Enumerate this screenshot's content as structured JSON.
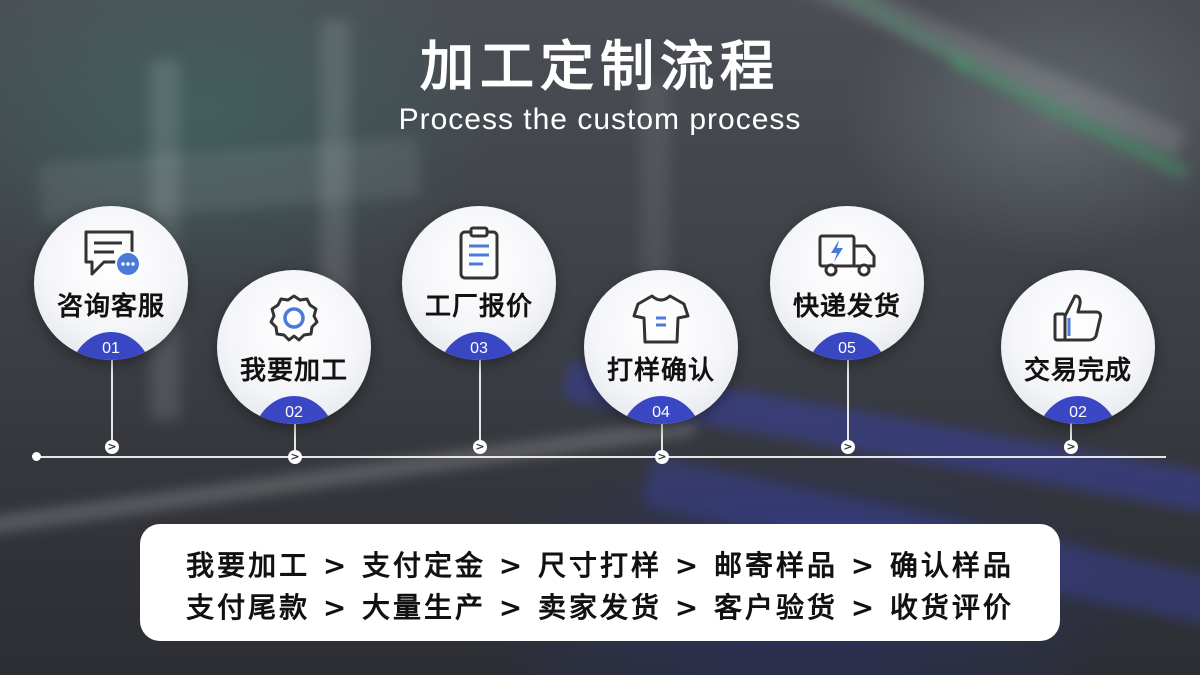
{
  "header": {
    "title": "加工定制流程",
    "subtitle": "Process the custom process"
  },
  "steps": [
    {
      "label": "咨询客服",
      "number": "01",
      "icon": "chat-bubble-icon"
    },
    {
      "label": "我要加工",
      "number": "02",
      "icon": "gear-icon"
    },
    {
      "label": "工厂报价",
      "number": "03",
      "icon": "clipboard-icon"
    },
    {
      "label": "打样确认",
      "number": "04",
      "icon": "tshirt-icon"
    },
    {
      "label": "快递发货",
      "number": "05",
      "icon": "delivery-truck-icon"
    },
    {
      "label": "交易完成",
      "number": "02",
      "icon": "thumbs-up-icon"
    }
  ],
  "timeline": {
    "marker_glyph": ">"
  },
  "process_summary": {
    "line1": "我要加工 > 支付定金 > 尺寸打样 > 邮寄样品 > 确认样品",
    "line2": "支付尾款 > 大量生产 > 卖家发货 > 客户验货 > 收货评价"
  },
  "colors": {
    "accent": "#3a47c4",
    "icon_stroke": "#333333",
    "icon_highlight": "#4a7bd9",
    "panel": "#ffffff",
    "text": "#111111"
  }
}
